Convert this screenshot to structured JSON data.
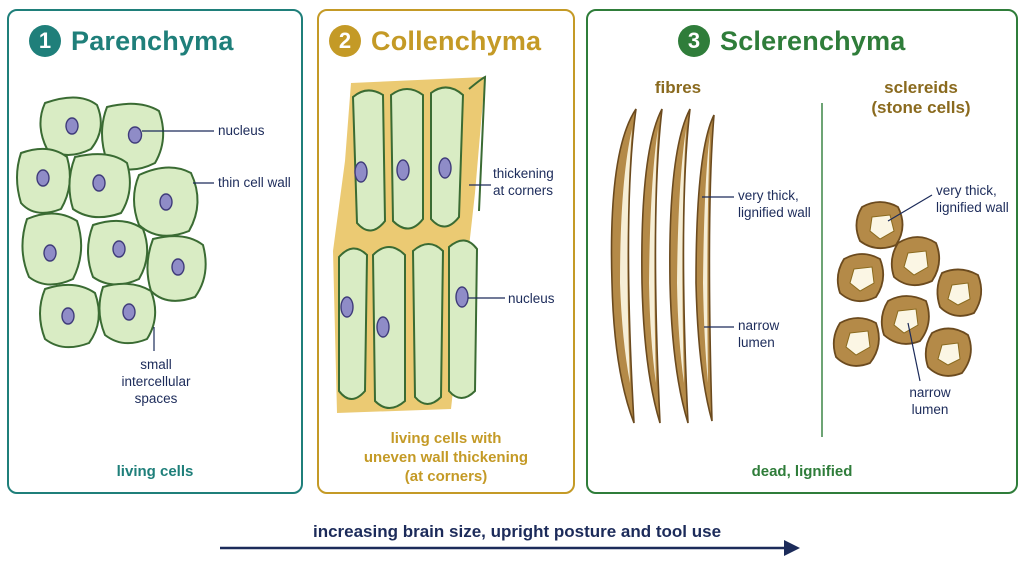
{
  "panels": [
    {
      "number": "1",
      "title": "Parenchyma",
      "labels": {
        "nucleus": "nucleus",
        "wall": "thin cell wall",
        "spaces": "small\nintercellular\nspaces"
      },
      "footer": "living cells",
      "color": "#1f7f7a"
    },
    {
      "number": "2",
      "title": "Collenchyma",
      "labels": {
        "thickening": "thickening\nat corners",
        "nucleus": "nucleus"
      },
      "footer": "living cells with\nuneven wall thickening\n(at corners)",
      "color": "#c49a26"
    },
    {
      "number": "3",
      "title": "Sclerenchyma",
      "fibres": {
        "heading": "fibres",
        "wall": "very thick,\nlignified wall",
        "lumen": "narrow\nlumen"
      },
      "sclereids": {
        "heading": "sclereids\n(stone cells)",
        "wall": "very thick,\nlignified wall",
        "lumen": "narrow\nlumen"
      },
      "footer": "dead, lignified",
      "color": "#2f7d3a"
    }
  ],
  "trend": {
    "label": "increasing brain size, upright posture and tool use",
    "color": "#1c2b5a"
  }
}
